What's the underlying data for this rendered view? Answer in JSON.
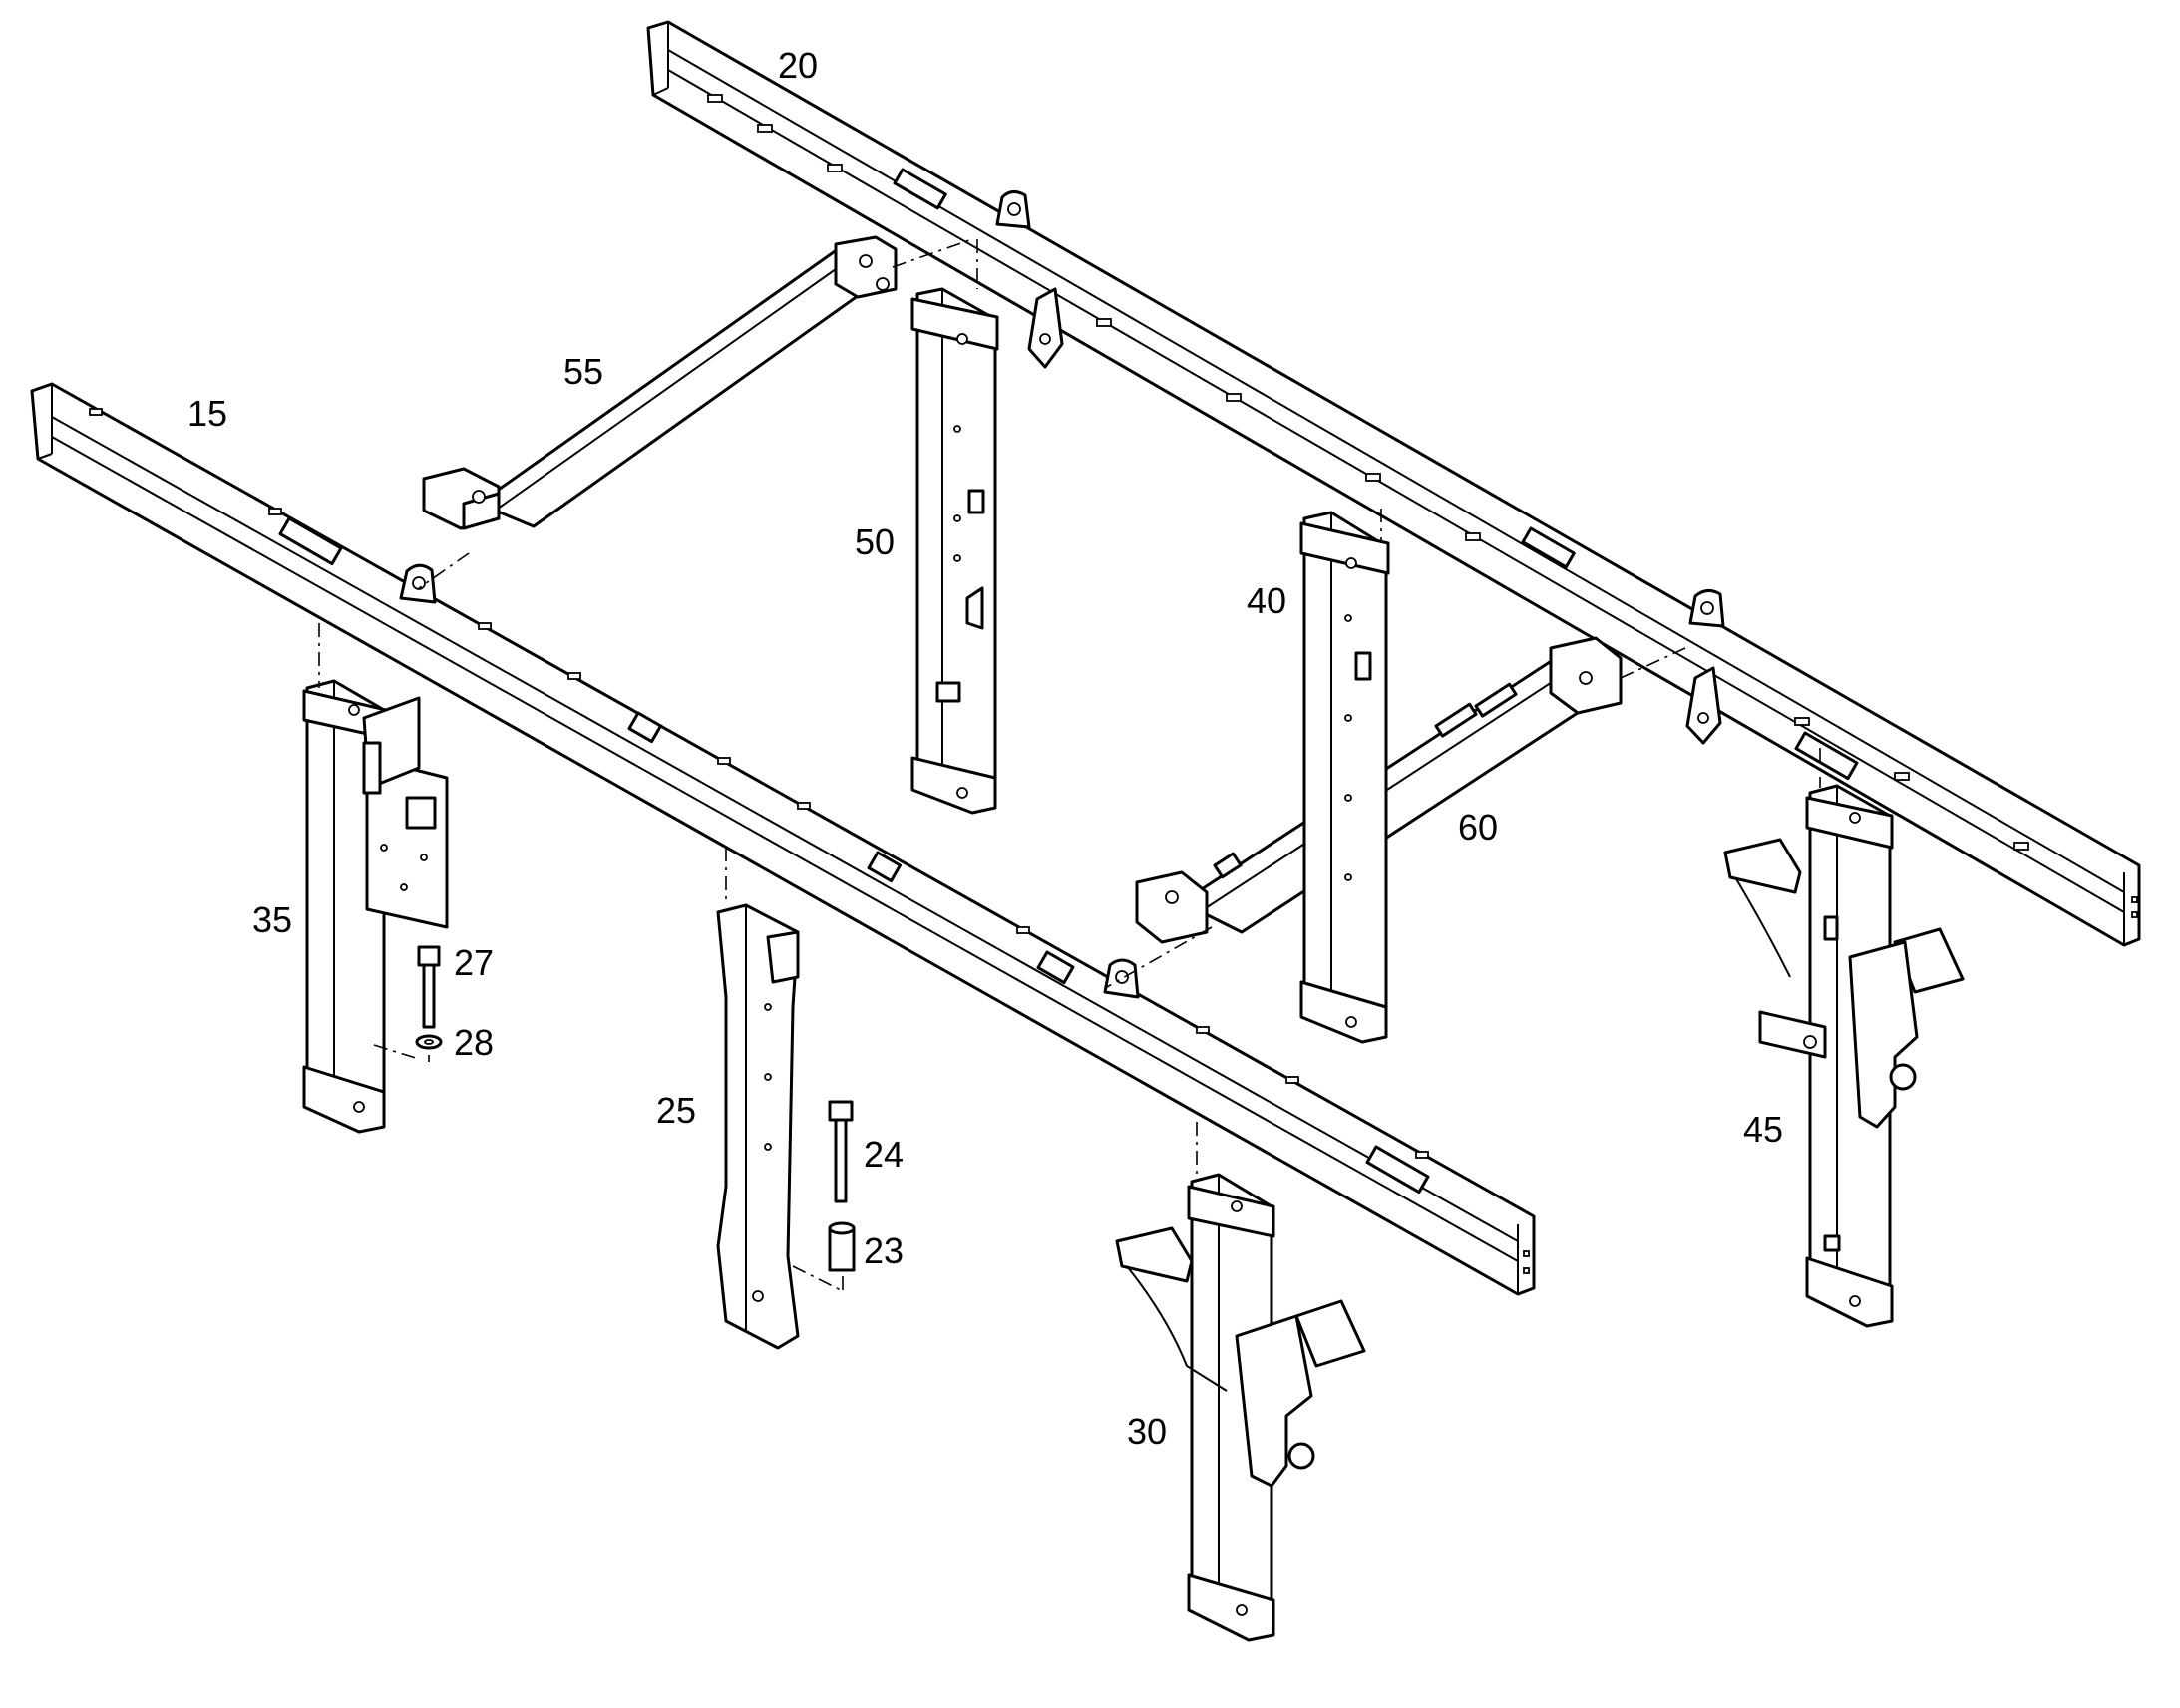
{
  "colors": {
    "line": "#000000",
    "background": "#ffffff"
  },
  "callouts": {
    "c20": "20",
    "c15": "15",
    "c55": "55",
    "c50": "50",
    "c40": "40",
    "c60": "60",
    "c35": "35",
    "c27": "27",
    "c28": "28",
    "c25": "25",
    "c24": "24",
    "c23": "23",
    "c45": "45",
    "c30": "30"
  }
}
